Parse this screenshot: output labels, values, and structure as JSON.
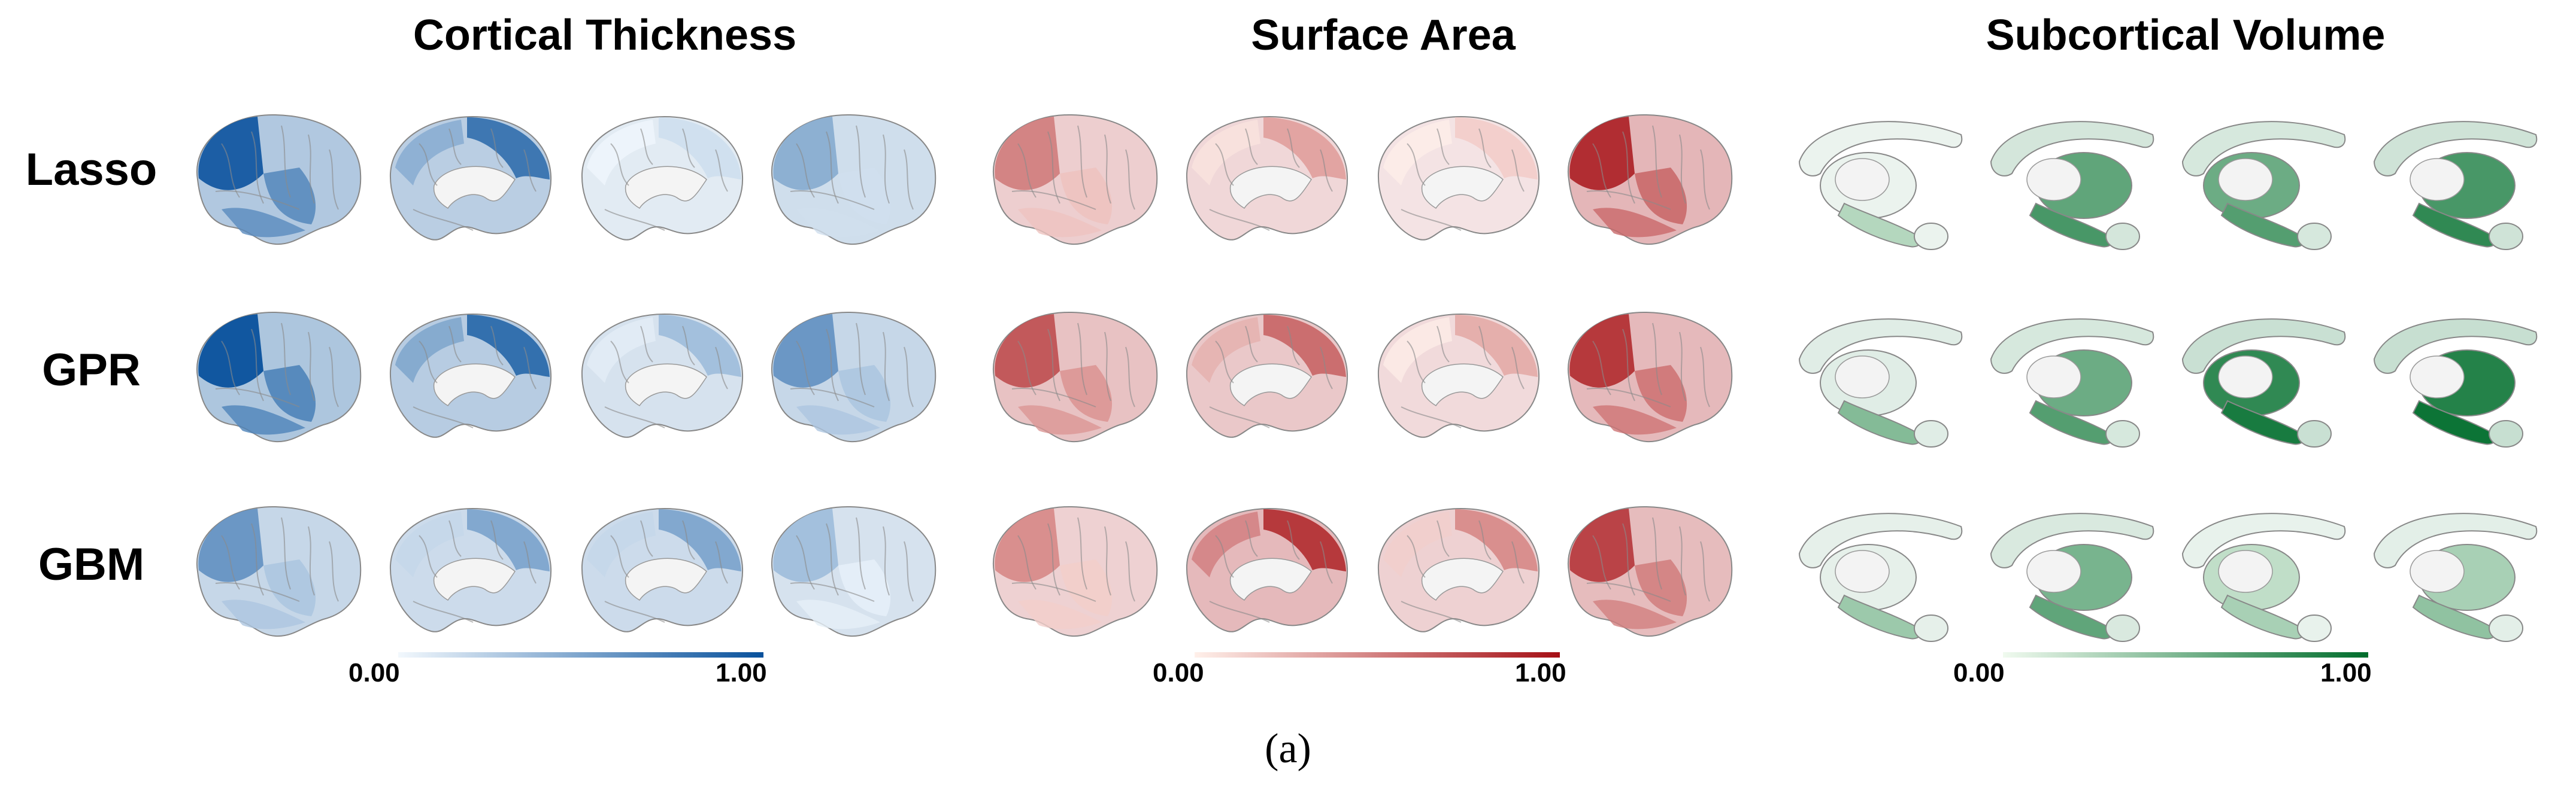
{
  "panel_titles": [
    "Cortical Thickness",
    "Surface Area",
    "Subcortical Volume"
  ],
  "row_labels": [
    "Lasso",
    "GPR",
    "GBM"
  ],
  "colorbars": [
    {
      "min_label": "0.00",
      "max_label": "1.00",
      "low_color": "#f2f8fd",
      "high_color": "#08519c"
    },
    {
      "min_label": "0.00",
      "max_label": "1.00",
      "low_color": "#fff0ea",
      "high_color": "#a50f15"
    },
    {
      "min_label": "0.00",
      "max_label": "1.00",
      "low_color": "#f0faef",
      "high_color": "#006d2c"
    }
  ],
  "caption": "(a)",
  "view_types": [
    "lateral",
    "medial",
    "medial",
    "lateral"
  ],
  "intensities": {
    "Cortical Thickness": [
      [
        0.95,
        0.8,
        0.15,
        0.45
      ],
      [
        1.0,
        0.85,
        0.35,
        0.6
      ],
      [
        0.6,
        0.5,
        0.5,
        0.35
      ]
    ],
    "Surface Area": [
      [
        0.5,
        0.35,
        0.15,
        0.9
      ],
      [
        0.7,
        0.6,
        0.3,
        0.85
      ],
      [
        0.45,
        0.85,
        0.45,
        0.8
      ]
    ],
    "Subcortical Volume": [
      [
        0.15,
        0.6,
        0.55,
        0.7
      ],
      [
        0.35,
        0.55,
        0.8,
        0.85
      ],
      [
        0.25,
        0.5,
        0.2,
        0.3
      ]
    ]
  }
}
